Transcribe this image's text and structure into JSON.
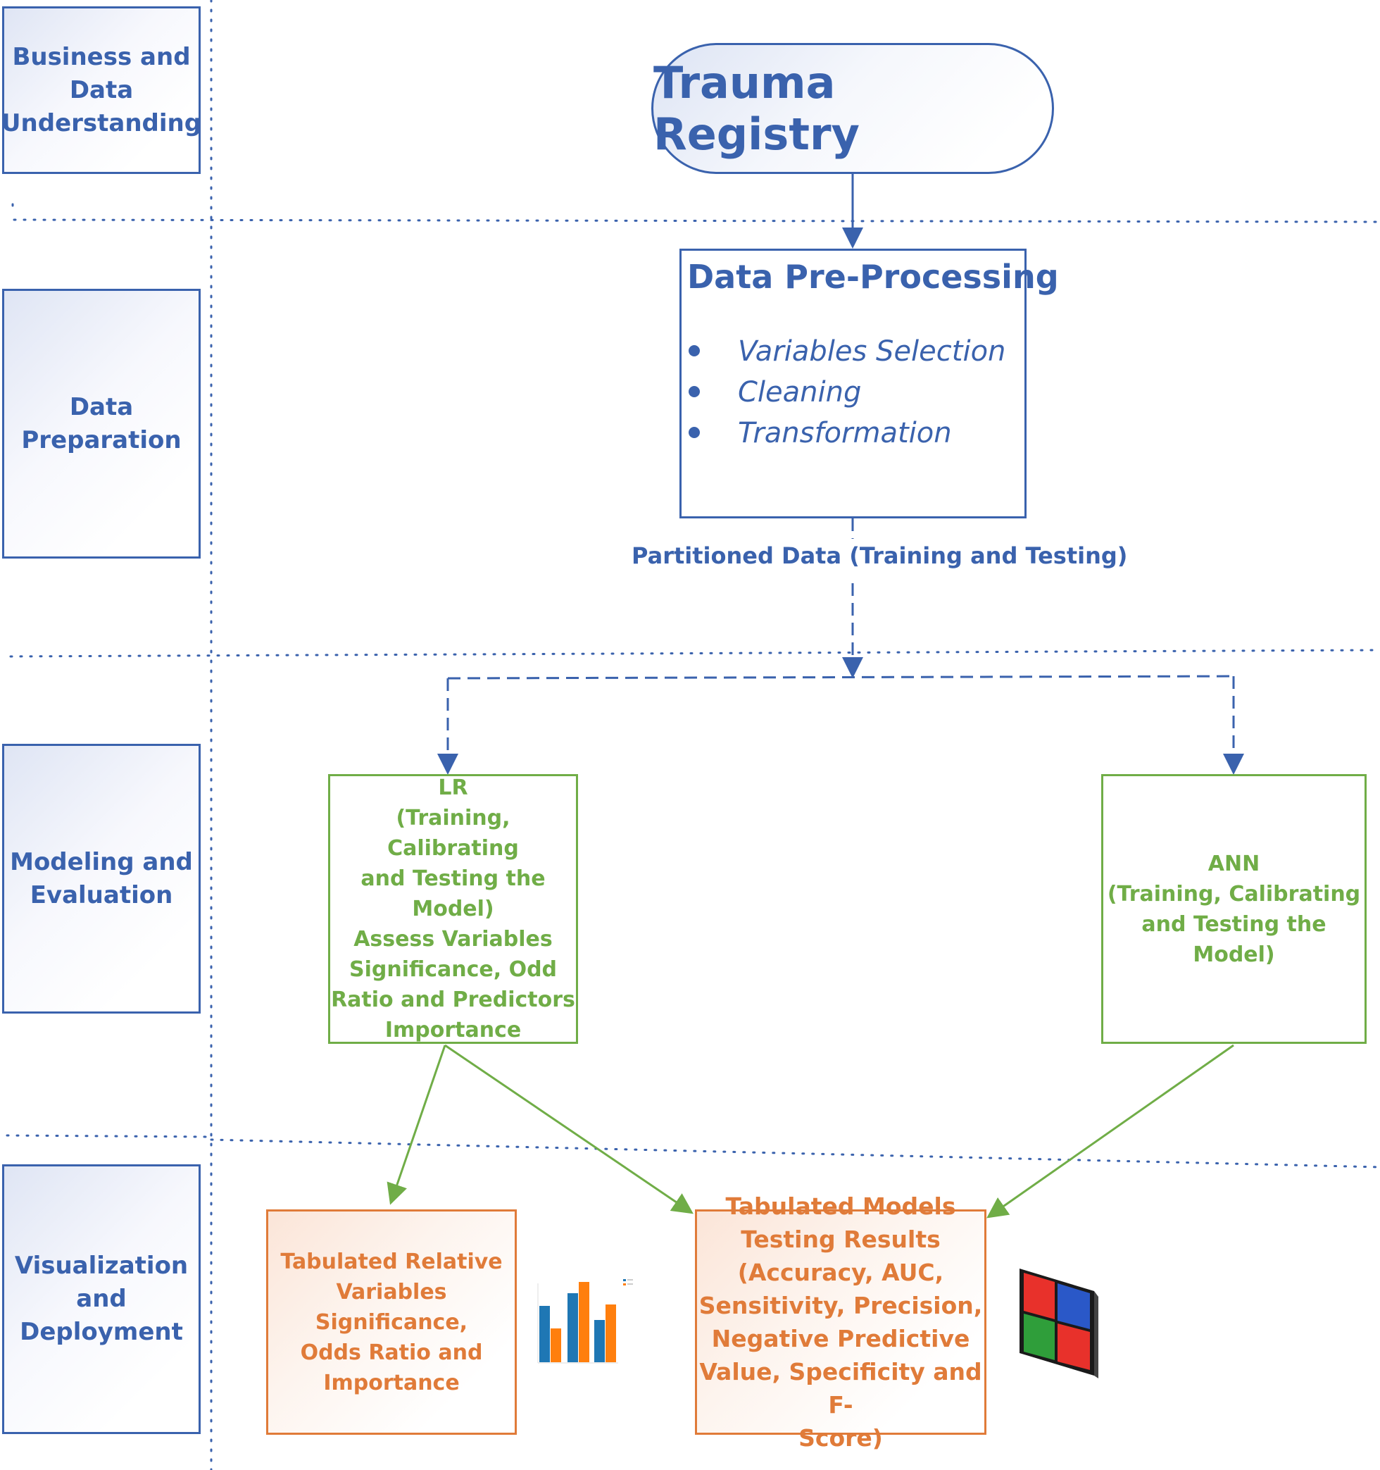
{
  "phases": {
    "business": [
      "Business and",
      "Data",
      "Understanding"
    ],
    "preparation": [
      "Data",
      "Preparation"
    ],
    "modeling": [
      "Modeling and",
      "Evaluation"
    ],
    "visualization": [
      "Visualization",
      "and",
      "Deployment"
    ]
  },
  "registry": {
    "title": "Trauma Registry"
  },
  "preprocessing": {
    "title": "Data Pre-Processing",
    "items": [
      "Variables Selection",
      "Cleaning",
      "Transformation"
    ]
  },
  "partition_label": "Partitioned Data (Training and Testing)",
  "lr_box": {
    "lines": [
      "LR",
      "(Training, Calibrating",
      "and Testing the",
      "Model)",
      "",
      "Assess Variables",
      "Significance, Odd",
      "Ratio and Predictors",
      "Importance"
    ]
  },
  "ann_box": {
    "lines": [
      "ANN",
      "(Training, Calibrating",
      "and Testing the Model)"
    ]
  },
  "relative_box": {
    "lines": [
      "Tabulated Relative",
      "Variables Significance,",
      "Odds Ratio and",
      "Importance"
    ]
  },
  "results_box": {
    "lines": [
      "Tabulated Models",
      "Testing Results",
      "(Accuracy, AUC,",
      "Sensitivity, Precision,",
      "Negative Predictive",
      "Value, Specificity and F-",
      "Score)"
    ]
  },
  "colors": {
    "blue": "#3a62ad",
    "green": "#70ad47",
    "orange": "#e07b39"
  },
  "icons": [
    "bar-chart-thumbnail-icon",
    "colored-matrix-tiles-icon"
  ]
}
